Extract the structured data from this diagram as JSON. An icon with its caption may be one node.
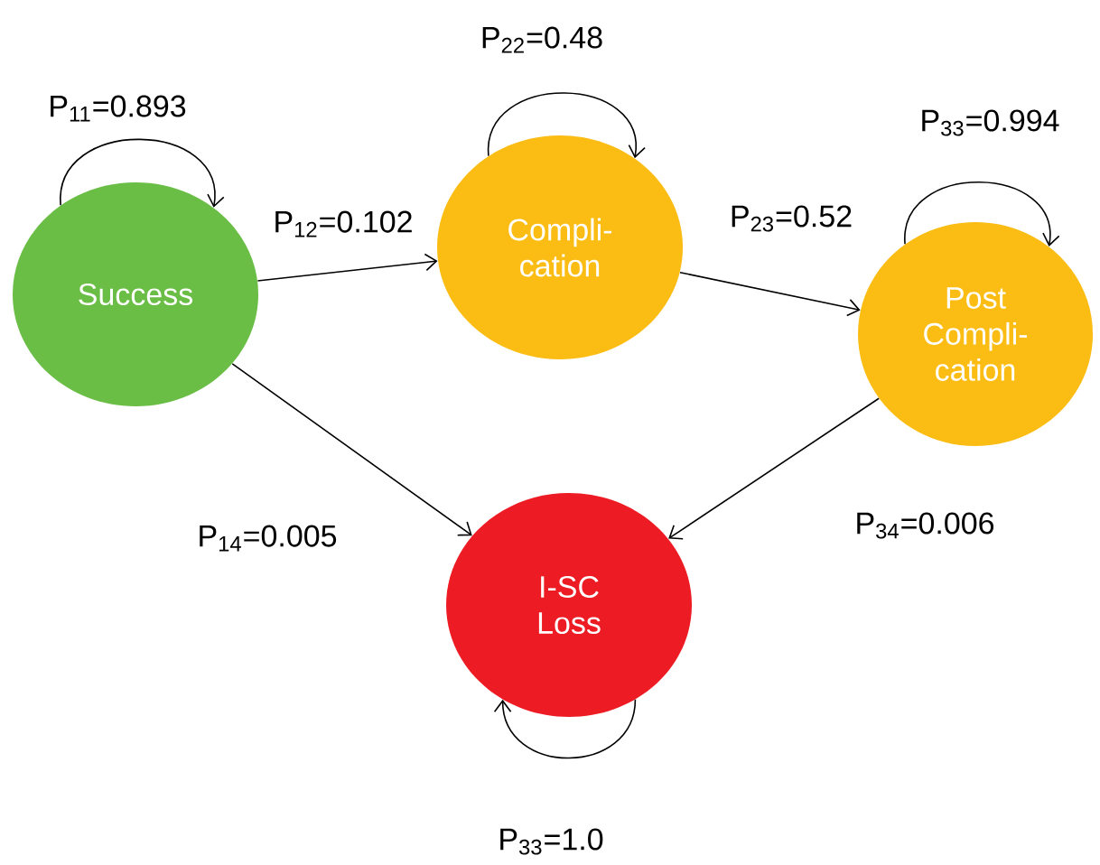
{
  "diagram": {
    "nodes": [
      {
        "text": [
          "Success"
        ]
      },
      {
        "text": [
          "Compli- cation"
        ]
      },
      {
        "text": [
          "Post Compli- cation"
        ]
      },
      {
        "text": [
          "I-SC Loss"
        ]
      }
    ],
    "edges": [
      {
        "from": 0,
        "to": 0,
        "arrow": "to",
        "label": "P$_{11}$=0.893"
      },
      {
        "from": 0,
        "to": 1,
        "arrow": "to",
        "label": "P$_{12}$=0.102"
      },
      {
        "from": 1,
        "to": 1,
        "arrow": "to",
        "label": "P$_{22}$=0.48"
      },
      {
        "from": 1,
        "to": 2,
        "arrow": "to",
        "label": "P$_{23}$=0.52"
      },
      {
        "from": 2,
        "to": 2,
        "arrow": "to",
        "label": "P$_{33}$=0.994"
      },
      {
        "from": 0,
        "to": 3,
        "arrow": "to",
        "label": "P$_{14}$=0.005"
      },
      {
        "from": 2,
        "to": 3,
        "arrow": "to",
        "label": "P$_{34}$=0.006"
      },
      {
        "from": 3,
        "to": 3,
        "arrow": "to",
        "label": "P$_{33}$=1.0"
      }
    ]
  }
}
